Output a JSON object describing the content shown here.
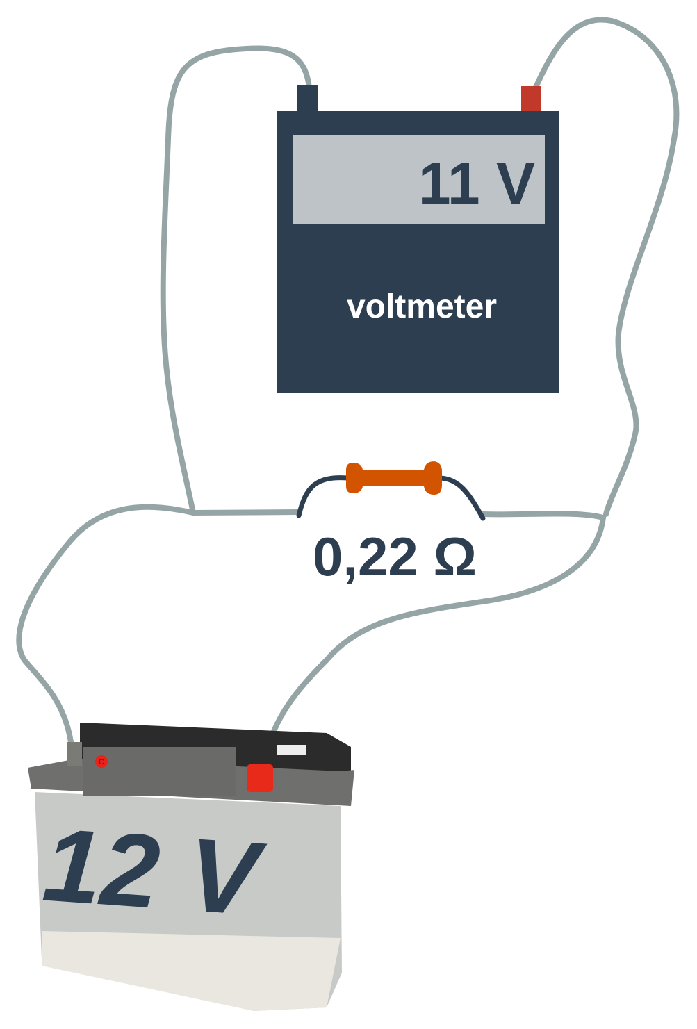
{
  "voltmeter": {
    "reading": "11 V",
    "label": "voltmeter"
  },
  "resistor": {
    "value_label": "0,22 Ω"
  },
  "battery": {
    "voltage_label": "12 V",
    "sticker_letter": "C"
  },
  "colors": {
    "wire": "#95a5a6",
    "meter_body": "#2c3e50",
    "display": "#bdc3c7",
    "positive_terminal": "#c0392b",
    "resistor_body": "#d35400"
  }
}
